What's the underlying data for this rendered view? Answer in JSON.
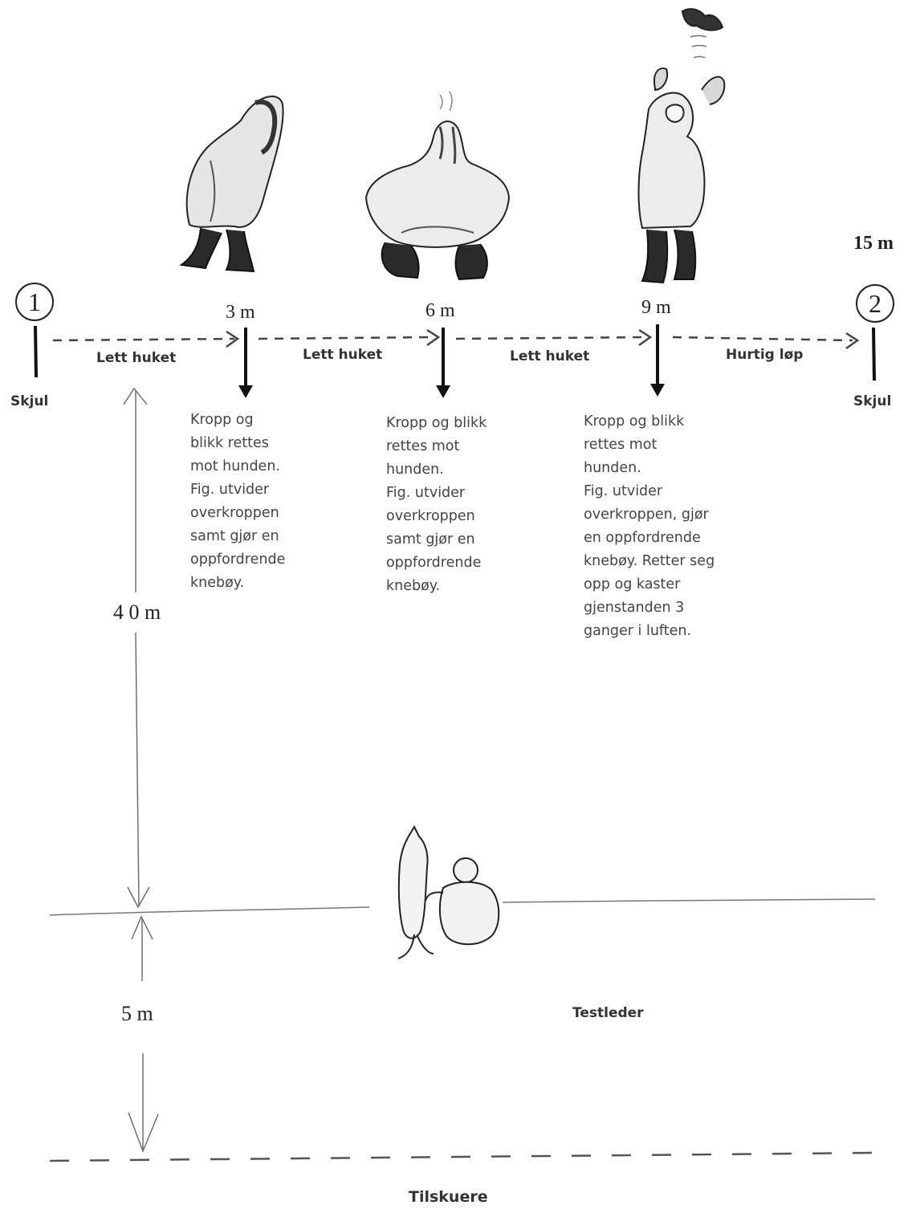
{
  "points": {
    "start_number": "1",
    "end_number": "2",
    "distance_15": "15 m",
    "start_label": "Skjul",
    "end_label": "Skjul"
  },
  "markers": [
    {
      "distance": "3 m"
    },
    {
      "distance": "6 m"
    },
    {
      "distance": "9 m"
    }
  ],
  "segments": [
    {
      "label": "Lett huket"
    },
    {
      "label": "Lett huket"
    },
    {
      "label": "Lett huket"
    },
    {
      "label": "Hurtig løp"
    }
  ],
  "descriptions": [
    {
      "lines": [
        "Kropp og",
        "blikk rettes",
        "mot hunden.",
        "Fig. utvider",
        "overkroppen",
        "samt gjør en",
        "oppfordrende",
        "knebøy."
      ]
    },
    {
      "lines": [
        "Kropp og blikk",
        "rettes mot",
        "hunden.",
        "Fig. utvider",
        "overkroppen",
        "samt gjør en",
        "oppfordrende",
        "knebøy."
      ]
    },
    {
      "lines": [
        "Kropp og blikk",
        "rettes mot",
        "hunden.",
        "Fig. utvider",
        "overkroppen, gjør",
        "en oppfordrende",
        "knebøy. Retter seg",
        "opp og kaster",
        "gjenstanden 3",
        "ganger i luften."
      ]
    }
  ],
  "distances": {
    "forty": "4 0 m",
    "five": "5 m"
  },
  "labels": {
    "test_leader": "Testleder",
    "spectators": "Tilskuere"
  }
}
